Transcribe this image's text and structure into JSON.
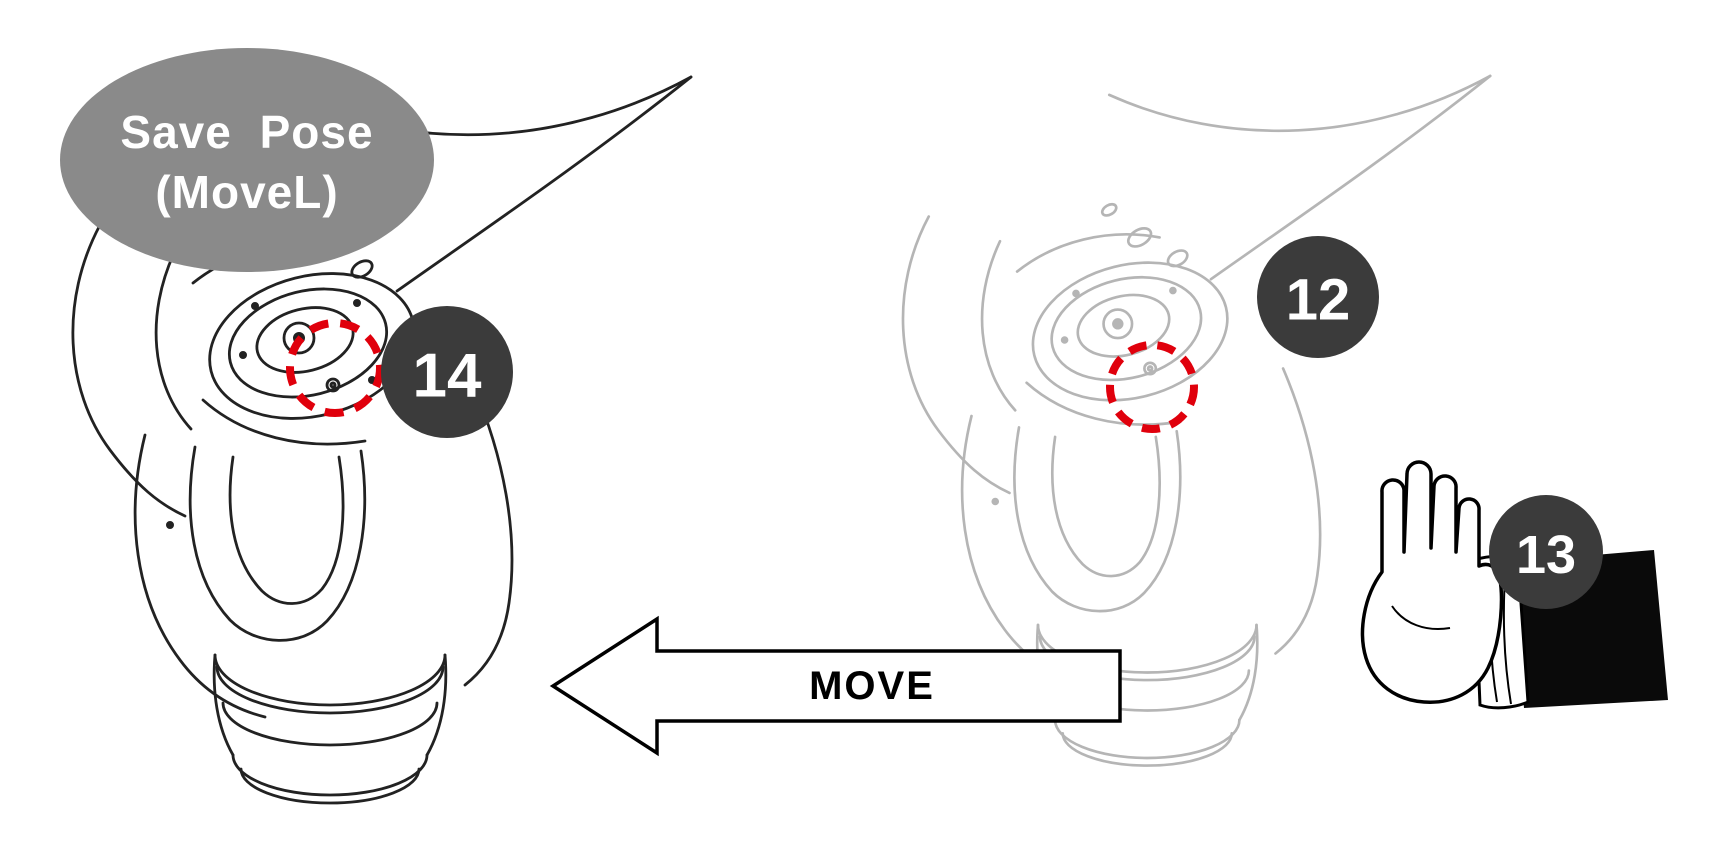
{
  "diagram": {
    "callout": {
      "line1": "Save Pose",
      "line2": "(MoveL)"
    },
    "arrow": {
      "label": "MOVE"
    },
    "badges": {
      "step12": "12",
      "step13": "13",
      "step14": "14"
    }
  },
  "colors": {
    "background": "#ffffff",
    "callout_bg": "#8a8a8a",
    "callout_text": "#ffffff",
    "badge_bg": "#3b3b3b",
    "badge_text": "#ffffff",
    "highlight_ring": "#e0000c",
    "robot_primary": "#222222",
    "robot_ghost": "#b5b5b5",
    "outline": "#000000",
    "hand_fill": "#ffffff",
    "sleeve": "#0a0a0a"
  }
}
